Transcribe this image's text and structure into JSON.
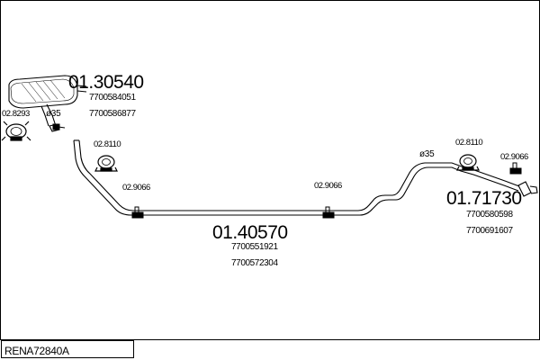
{
  "title": "RENA72840A",
  "parts": {
    "front_silencer": {
      "code": "01.30540",
      "refs": [
        "7700584051",
        "7700586877"
      ]
    },
    "middle_pipe": {
      "code": "01.40570",
      "refs": [
        "7700551921",
        "7700572304"
      ]
    },
    "rear_silencer": {
      "code": "01.71730",
      "refs": [
        "7700580598",
        "7700691607"
      ]
    },
    "clamp_front": {
      "code": "02.8293"
    },
    "clamp_left": {
      "code": "02.8110"
    },
    "clamp_right": {
      "code": "02.8110"
    },
    "hanger_left": {
      "code": "02.9066"
    },
    "hanger_mid": {
      "code": "02.9066"
    },
    "hanger_right": {
      "code": "02.9066"
    }
  },
  "diameters": {
    "front": "ø35",
    "rear": "ø35"
  }
}
